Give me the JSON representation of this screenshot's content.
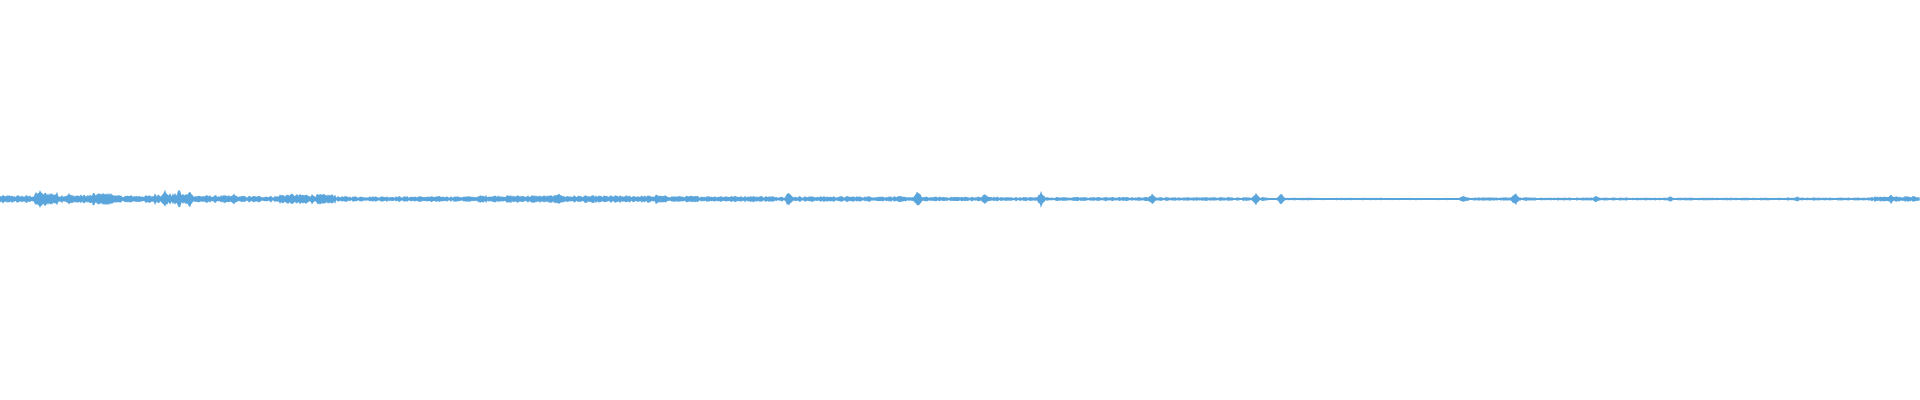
{
  "waveform": {
    "color": "#5aa5dc",
    "background": "#ffffff",
    "level_scale": 0.05,
    "segments": [
      {
        "start": 0.0,
        "end": 0.018,
        "level": 0.3
      },
      {
        "start": 0.018,
        "end": 0.03,
        "level": 0.55
      },
      {
        "start": 0.03,
        "end": 0.048,
        "level": 0.35
      },
      {
        "start": 0.048,
        "end": 0.06,
        "level": 0.5
      },
      {
        "start": 0.06,
        "end": 0.08,
        "level": 0.3
      },
      {
        "start": 0.08,
        "end": 0.1,
        "level": 0.45
      },
      {
        "start": 0.1,
        "end": 0.12,
        "level": 0.3
      },
      {
        "start": 0.12,
        "end": 0.145,
        "level": 0.25
      },
      {
        "start": 0.145,
        "end": 0.175,
        "level": 0.4
      },
      {
        "start": 0.175,
        "end": 0.25,
        "level": 0.22
      },
      {
        "start": 0.25,
        "end": 0.29,
        "level": 0.3
      },
      {
        "start": 0.29,
        "end": 0.35,
        "level": 0.28
      },
      {
        "start": 0.35,
        "end": 0.4,
        "level": 0.25
      },
      {
        "start": 0.4,
        "end": 0.47,
        "level": 0.22
      },
      {
        "start": 0.47,
        "end": 0.52,
        "level": 0.18
      },
      {
        "start": 0.52,
        "end": 0.6,
        "level": 0.15
      },
      {
        "start": 0.6,
        "end": 0.66,
        "level": 0.14
      },
      {
        "start": 0.66,
        "end": 0.72,
        "level": 0.08
      },
      {
        "start": 0.72,
        "end": 0.76,
        "level": 0.07
      },
      {
        "start": 0.76,
        "end": 0.8,
        "level": 0.13
      },
      {
        "start": 0.8,
        "end": 0.85,
        "level": 0.1
      },
      {
        "start": 0.85,
        "end": 0.92,
        "level": 0.09
      },
      {
        "start": 0.92,
        "end": 0.975,
        "level": 0.1
      },
      {
        "start": 0.975,
        "end": 1.0,
        "level": 0.22
      }
    ],
    "spikes": [
      {
        "pos": 0.021,
        "level": 0.85
      },
      {
        "pos": 0.036,
        "level": 0.6
      },
      {
        "pos": 0.054,
        "level": 0.65
      },
      {
        "pos": 0.086,
        "level": 1.0
      },
      {
        "pos": 0.093,
        "level": 0.95
      },
      {
        "pos": 0.099,
        "level": 0.8
      },
      {
        "pos": 0.122,
        "level": 0.55
      },
      {
        "pos": 0.152,
        "level": 0.6
      },
      {
        "pos": 0.291,
        "level": 0.7
      },
      {
        "pos": 0.342,
        "level": 0.55
      },
      {
        "pos": 0.411,
        "level": 0.85
      },
      {
        "pos": 0.478,
        "level": 0.95
      },
      {
        "pos": 0.513,
        "level": 0.55
      },
      {
        "pos": 0.542,
        "level": 0.75
      },
      {
        "pos": 0.6,
        "level": 0.5
      },
      {
        "pos": 0.654,
        "level": 0.55
      },
      {
        "pos": 0.667,
        "level": 0.6
      },
      {
        "pos": 0.762,
        "level": 0.35
      },
      {
        "pos": 0.789,
        "level": 0.65
      },
      {
        "pos": 0.831,
        "level": 0.3
      },
      {
        "pos": 0.87,
        "level": 0.25
      },
      {
        "pos": 0.936,
        "level": 0.25
      },
      {
        "pos": 0.985,
        "level": 0.4
      }
    ]
  }
}
